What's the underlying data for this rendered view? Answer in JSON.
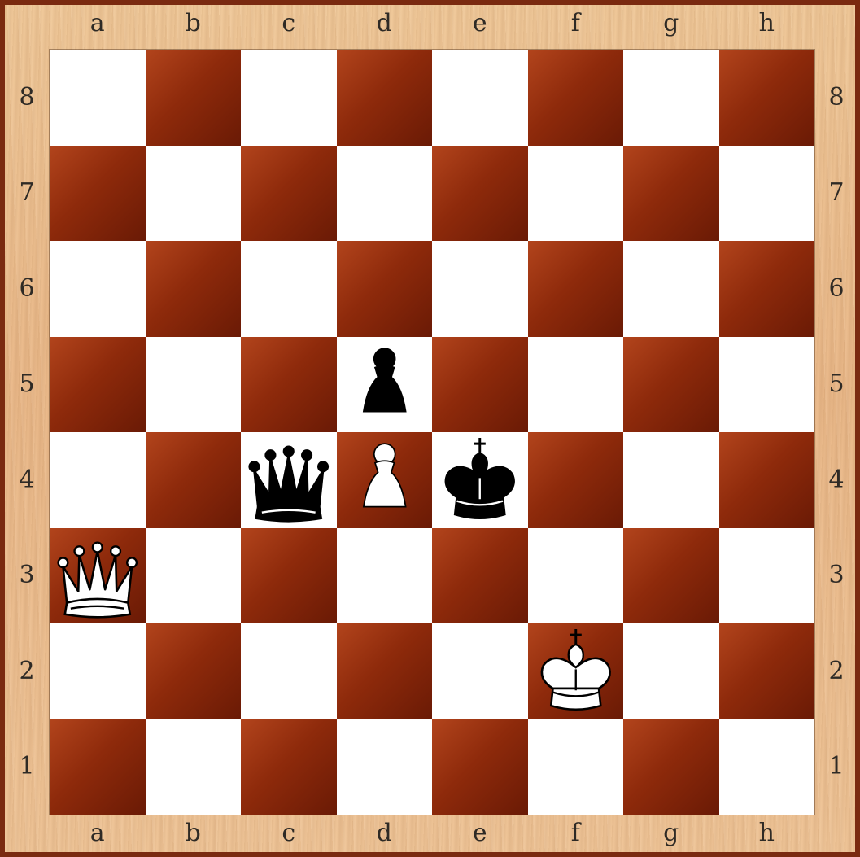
{
  "board": {
    "files": [
      "a",
      "b",
      "c",
      "d",
      "e",
      "f",
      "g",
      "h"
    ],
    "ranks": [
      "8",
      "7",
      "6",
      "5",
      "4",
      "3",
      "2",
      "1"
    ],
    "colors": {
      "light_square": "#ffffff",
      "dark_square": "#8e2a0b",
      "frame": "#eab98a",
      "outer_border": "#7a2a10"
    }
  },
  "pieces": [
    {
      "type": "pawn",
      "color": "black",
      "square": "d5",
      "icon": "black-pawn-icon"
    },
    {
      "type": "queen",
      "color": "black",
      "square": "c4",
      "icon": "black-queen-icon"
    },
    {
      "type": "pawn",
      "color": "white",
      "square": "d4",
      "icon": "white-pawn-icon"
    },
    {
      "type": "king",
      "color": "black",
      "square": "e4",
      "icon": "black-king-icon"
    },
    {
      "type": "queen",
      "color": "white",
      "square": "a3",
      "icon": "white-queen-icon"
    },
    {
      "type": "king",
      "color": "white",
      "square": "f2",
      "icon": "white-king-icon"
    }
  ]
}
